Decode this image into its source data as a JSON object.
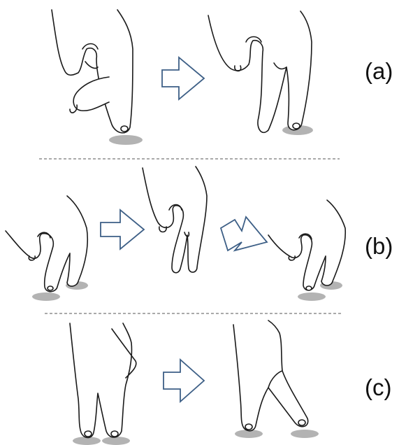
{
  "panels": [
    {
      "id": "a",
      "label": "(a)"
    },
    {
      "id": "b",
      "label": "(b)"
    },
    {
      "id": "c",
      "label": "(c)"
    }
  ],
  "colors": {
    "outline": "#1a1a1a",
    "contact_shadow": "#b3b3b3",
    "arrow_stroke": "#3d5f86",
    "divider": "#555555"
  },
  "icons": {
    "transition": "hollow-right-arrow",
    "transition_diagonal": "hollow-down-right-arrow",
    "hand": "hand-line-drawing"
  }
}
